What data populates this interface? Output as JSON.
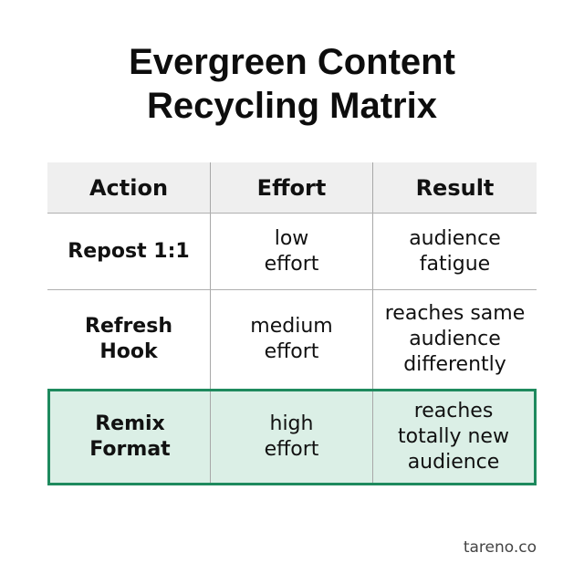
{
  "title": "Evergreen Content\nRecycling Matrix",
  "table": {
    "headers": [
      "Action",
      "Effort",
      "Result"
    ],
    "rows": [
      {
        "action": "Repost 1:1",
        "effort": "low\neffort",
        "result": "audience\nfatigue",
        "highlighted": false
      },
      {
        "action": "Refresh\nHook",
        "effort": "medium\neffort",
        "result": "reaches same\naudience\ndifferently",
        "highlighted": false
      },
      {
        "action": "Remix\nFormat",
        "effort": "high\neffort",
        "result": "reaches\ntotally new\naudience",
        "highlighted": true
      }
    ]
  },
  "colors": {
    "highlight_border": "#1e8a5e",
    "highlight_fill": "#dbefe6",
    "header_fill": "#efefef"
  },
  "footer": "tareno.co"
}
